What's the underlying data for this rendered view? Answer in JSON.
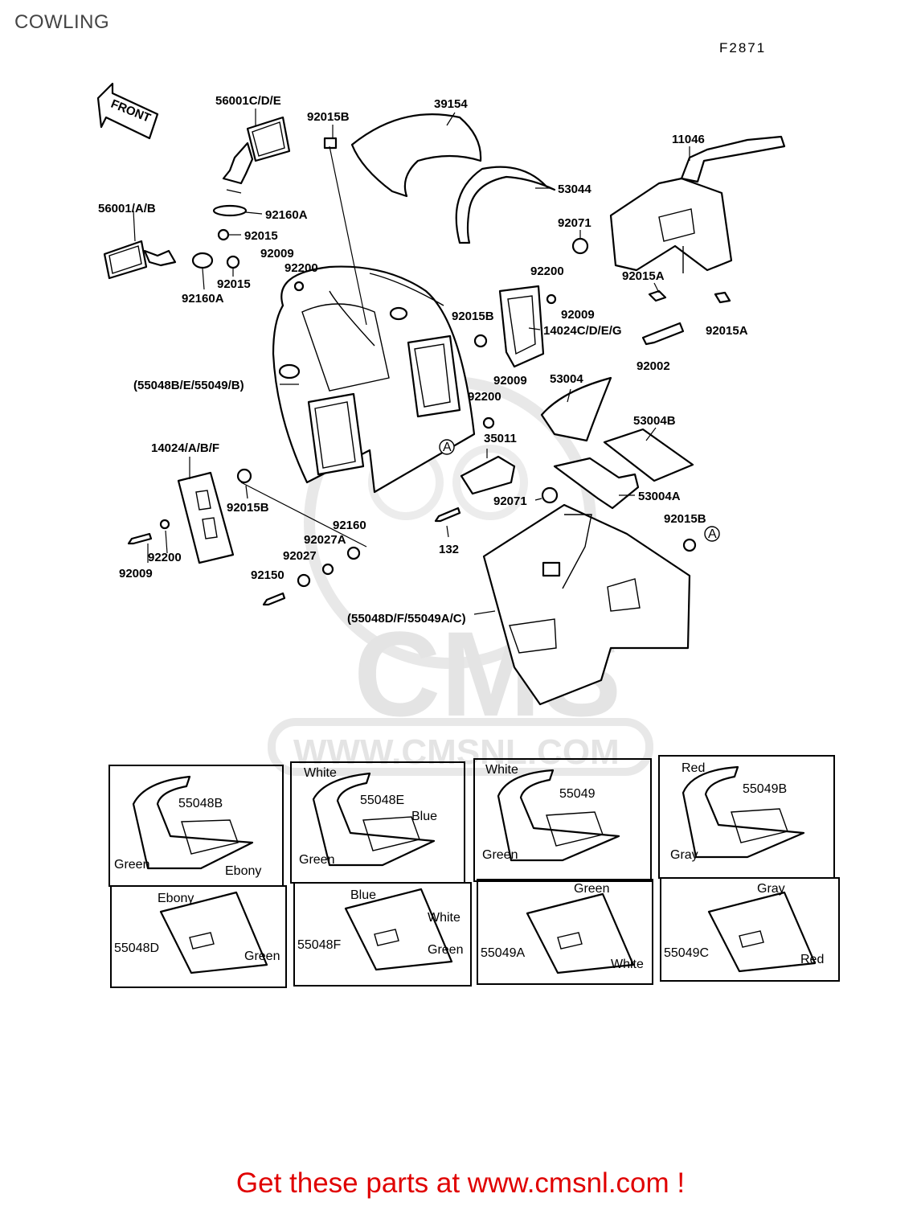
{
  "page": {
    "title": "COWLING",
    "figure_code": "F2871",
    "footer_cta": "Get these parts at www.cmsnl.com !",
    "watermark": {
      "brand": "CMS",
      "url": "WWW.CMSNL.COM"
    },
    "colors": {
      "footer": "#e00000",
      "line": "#000000",
      "watermark": "#e4e4e4"
    }
  },
  "diagram": {
    "front_arrow": "FRONT",
    "ref_marker": "A",
    "part_labels": {
      "p56001cde": "56001C/D/E",
      "p92015b_top": "92015B",
      "p39154": "39154",
      "p11046": "11046",
      "p53044": "53044",
      "p92160a_top": "92160A",
      "p56001ab": "56001/A/B",
      "p92015_top": "92015",
      "p92071_top": "92071",
      "p92009_a": "92009",
      "p92200_a": "92200",
      "p92015_mid": "92015",
      "p92160a_bot": "92160A",
      "p92200_b": "92200",
      "p92015a_mid": "92015A",
      "p92009_b": "92009",
      "p92015b_mid": "92015B",
      "p14024cdeg": "14024C/D/E/G",
      "p92015a_right": "92015A",
      "p92002": "92002",
      "p55048be": "(55048B/E/55049/B)",
      "p92009_c": "92009",
      "p53004": "53004",
      "p92200_c": "92200",
      "p53004b": "53004B",
      "p35011": "35011",
      "p14024abf": "14024/A/B/F",
      "p92015b_low": "92015B",
      "p53004a": "53004A",
      "p92071_low": "92071",
      "p92015b_right": "92015B",
      "p92160": "92160",
      "p92027a": "92027A",
      "p132": "132",
      "p92027": "92027",
      "p92200_d": "92200",
      "p92009_d": "92009",
      "p92150": "92150",
      "p55048df": "(55048D/F/55049A/C)"
    }
  },
  "variants": [
    {
      "part": "55048B",
      "colors": [
        "Green",
        "Ebony"
      ]
    },
    {
      "part": "55048E",
      "colors": [
        "White",
        "Blue",
        "Green"
      ]
    },
    {
      "part": "55049",
      "colors": [
        "White",
        "Green"
      ]
    },
    {
      "part": "55049B",
      "colors": [
        "Red",
        "Gray"
      ]
    },
    {
      "part": "55048D",
      "colors": [
        "Ebony",
        "Green"
      ]
    },
    {
      "part": "55048F",
      "colors": [
        "Blue",
        "White",
        "Green"
      ]
    },
    {
      "part": "55049A",
      "colors": [
        "Green",
        "White"
      ]
    },
    {
      "part": "55049C",
      "colors": [
        "Gray",
        "Red"
      ]
    }
  ]
}
